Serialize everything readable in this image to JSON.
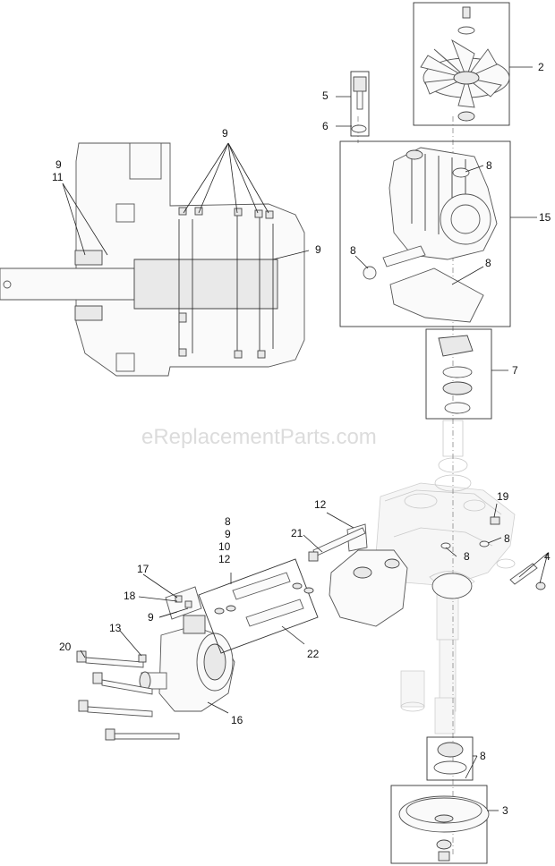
{
  "watermark": "eReplacementParts.com",
  "callouts": {
    "c2": "2",
    "c3": "3",
    "c4": "4",
    "c5": "5",
    "c6": "6",
    "c7": "7",
    "c8_a": "8",
    "c8_b": "8",
    "c8_c": "8",
    "c8_d": "8",
    "c8_e": "8",
    "c8_f": "8",
    "c8_g": "8",
    "c9_top": "9",
    "c9_left": "9",
    "c9_right": "9",
    "c9_stack": "9",
    "c9_small": "9",
    "c10": "10",
    "c11": "11",
    "c12_stack": "12",
    "c12_b": "12",
    "c13": "13",
    "c15": "15",
    "c16": "16",
    "c17": "17",
    "c18": "18",
    "c19": "19",
    "c20": "20",
    "c21": "21",
    "c22": "22"
  }
}
